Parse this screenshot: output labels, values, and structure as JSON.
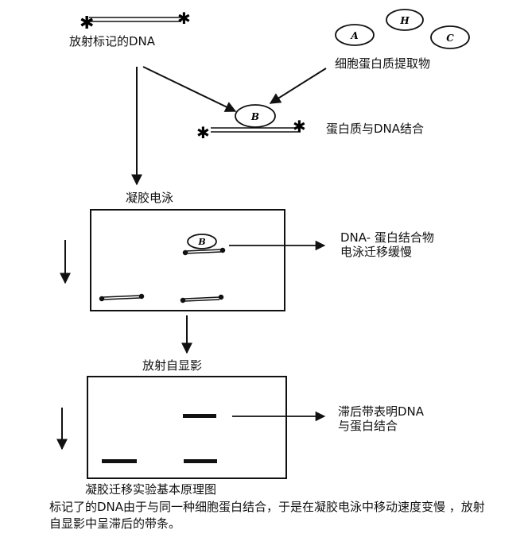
{
  "labels": {
    "radiolabeled_dna": "放射标记的DNA",
    "cell_protein_extract": "细胞蛋白质提取物",
    "protein_dna_binding": "蛋白质与DNA结合",
    "gel_electrophoresis": "凝胶电泳",
    "complex_migrates_slower_line1": "DNA- 蛋白结合物",
    "complex_migrates_slower_line2": "电泳迁移缓慢",
    "autoradiography": "放射自显影",
    "lagging_band_line1": "滞后带表明DNA",
    "lagging_band_line2": "与蛋白结合",
    "figure_title": "凝胶迁移实验基本原理图"
  },
  "proteins": {
    "a": "A",
    "h": "H",
    "c": "C",
    "b_bound": "B",
    "b_gel": "B"
  },
  "caption": "标记了的DNA由于与同一种细胞蛋白结合，于是在凝胶电泳中移动速度变慢 ，放射自显影中呈滞后的带条。",
  "colors": {
    "line": "#111111",
    "background": "#ffffff"
  }
}
